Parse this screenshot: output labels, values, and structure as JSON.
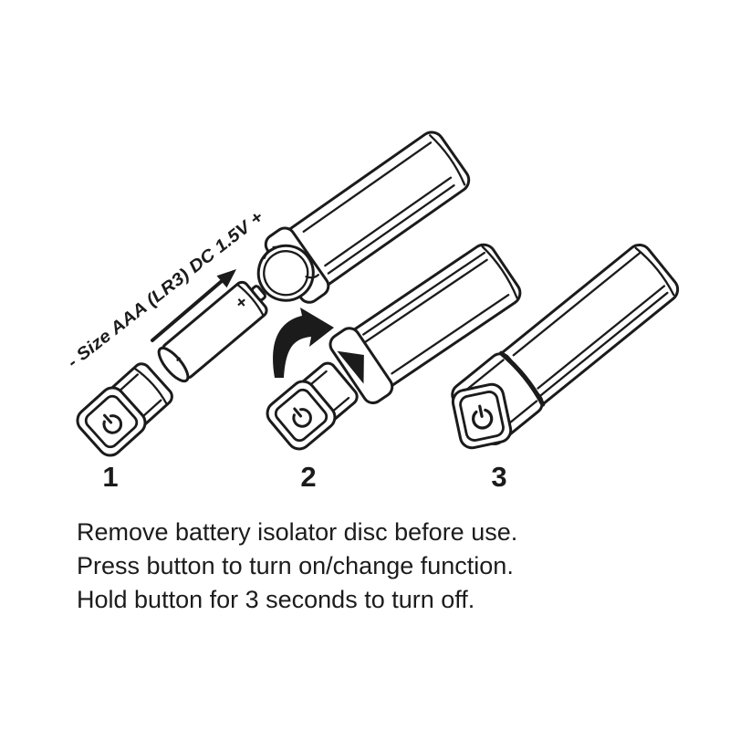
{
  "meta": {
    "background_color": "#ffffff",
    "line_color": "#1b1b1b",
    "description": "Battery installation instruction diagram, three steps"
  },
  "battery": {
    "label": "- Size AAA (LR3) DC 1.5V +",
    "positive_mark": "+",
    "negative_mark": "-"
  },
  "icons": {
    "power_icon": "power-symbol-circle-with-line"
  },
  "steps": [
    {
      "label": "1"
    },
    {
      "label": "2"
    },
    {
      "label": "3"
    }
  ],
  "instructions": {
    "lines": [
      "Remove battery isolator disc before use.",
      "Press button to turn on/change function.",
      "Hold button for 3 seconds to turn off."
    ]
  }
}
